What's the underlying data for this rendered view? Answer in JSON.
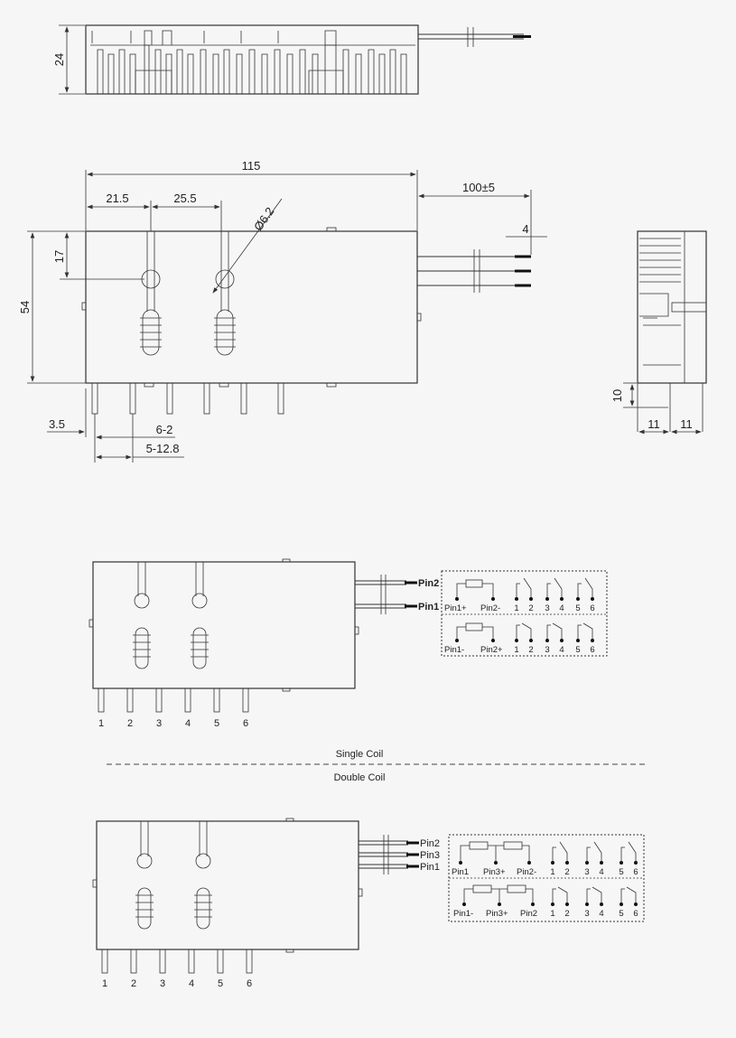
{
  "top_view": {
    "height_dim": "24"
  },
  "front_view": {
    "width_dim": "115",
    "offset_a": "21.5",
    "offset_b": "25.5",
    "hole_dim": "Ø6.2",
    "lead_length": "100±5",
    "lead_gap": "4",
    "hole_height": "17",
    "body_height": "54",
    "pin_edge": "3.5",
    "pin_width": "6-2",
    "pin_pitch": "5-12.8"
  },
  "side_view": {
    "pin_len": "10",
    "width_a": "11",
    "width_b": "11"
  },
  "single_coil": {
    "lead_labels": [
      "Pin2",
      "Pin1"
    ],
    "pin_numbers": [
      "1",
      "2",
      "3",
      "4",
      "5",
      "6"
    ],
    "schem_a": {
      "coil_left": "Pin1+",
      "coil_right": "Pin2-",
      "contacts": [
        "1",
        "2",
        "3",
        "4",
        "5",
        "6"
      ]
    },
    "schem_b": {
      "coil_left": "Pin1-",
      "coil_right": "Pin2+",
      "contacts": [
        "1",
        "2",
        "3",
        "4",
        "5",
        "6"
      ]
    }
  },
  "divider": {
    "label_top": "Single Coil",
    "label_bottom": "Double Coil"
  },
  "double_coil": {
    "lead_labels": [
      "Pin2",
      "Pin3",
      "Pin1"
    ],
    "pin_numbers": [
      "1",
      "2",
      "3",
      "4",
      "5",
      "6"
    ],
    "schem_a": {
      "coil_left": "Pin1",
      "coil_mid": "Pin3+",
      "coil_right": "Pin2-",
      "contacts": [
        "1",
        "2",
        "3",
        "4",
        "5",
        "6"
      ]
    },
    "schem_b": {
      "coil_left": "Pin1-",
      "coil_mid": "Pin3+",
      "coil_right": "Pin2",
      "contacts": [
        "1",
        "2",
        "3",
        "4",
        "5",
        "6"
      ]
    }
  }
}
